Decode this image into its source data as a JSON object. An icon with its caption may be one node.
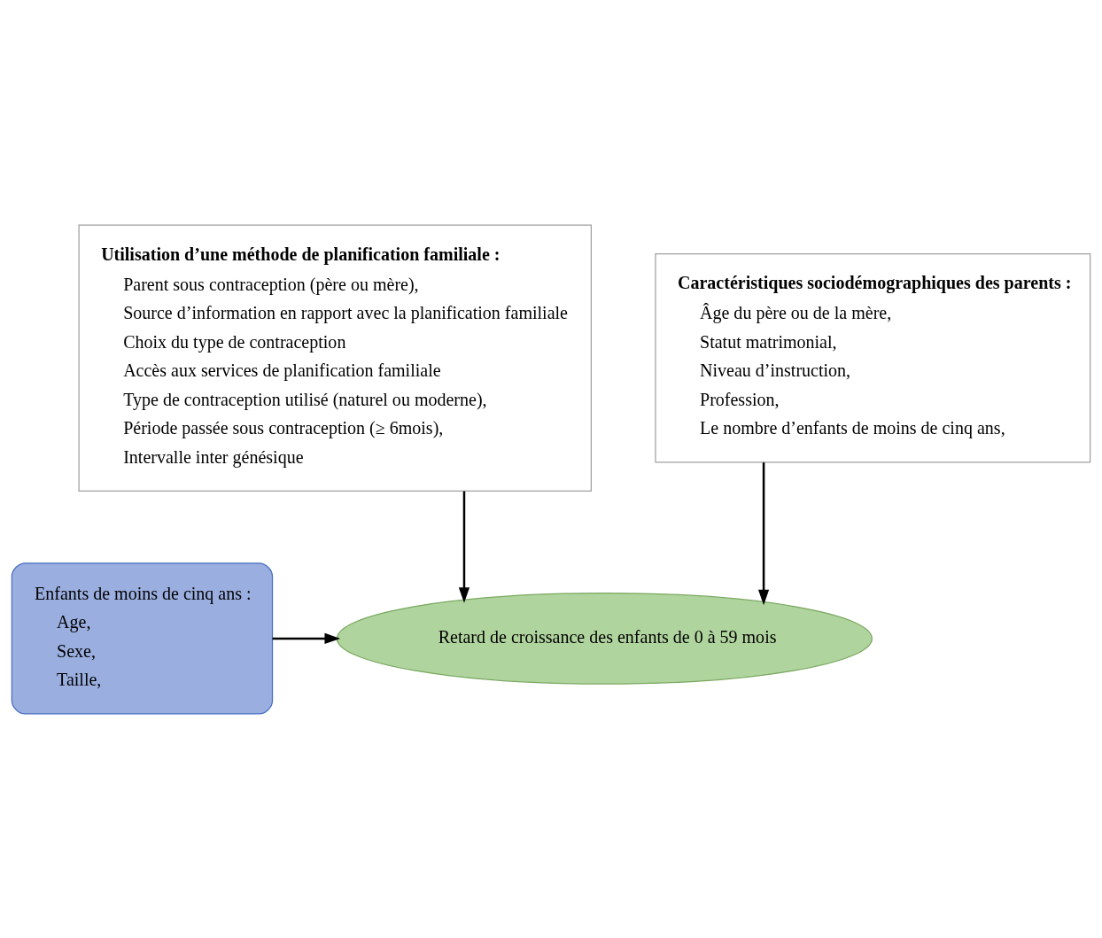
{
  "diagram": {
    "nodes": [
      {
        "text": [
          "Utilisation d’une méthode de planification familiale :",
          "Parent sous contraception (père ou mère),",
          "Source d’information en rapport avec la planification familiale",
          "Choix du type de contraception",
          "Accès aux services de planification familiale",
          "Type de contraception utilisé (naturel ou moderne),",
          "Période passée sous contraception (≥ 6mois),",
          "Intervalle inter génésique"
        ]
      },
      {
        "text": [
          "Caractéristiques sociodémographiques des parents :",
          "Âge du père ou de la mère,",
          "Statut matrimonial,",
          "Niveau d’instruction,",
          "Profession,",
          "Le nombre d’enfants de moins de cinq ans,"
        ]
      },
      {
        "text": [
          "Enfants de moins de cinq ans :",
          "Age,",
          "Sexe,",
          "Taille,"
        ]
      },
      {
        "text": [
          "Retard de croissance des enfants de 0 à 59 mois"
        ]
      }
    ],
    "edges": [
      {
        "from": 2,
        "to": 3,
        "arrow": "to"
      },
      {
        "from": 0,
        "to": 3,
        "arrow": "to"
      },
      {
        "from": 1,
        "to": 3,
        "arrow": "to"
      }
    ]
  }
}
